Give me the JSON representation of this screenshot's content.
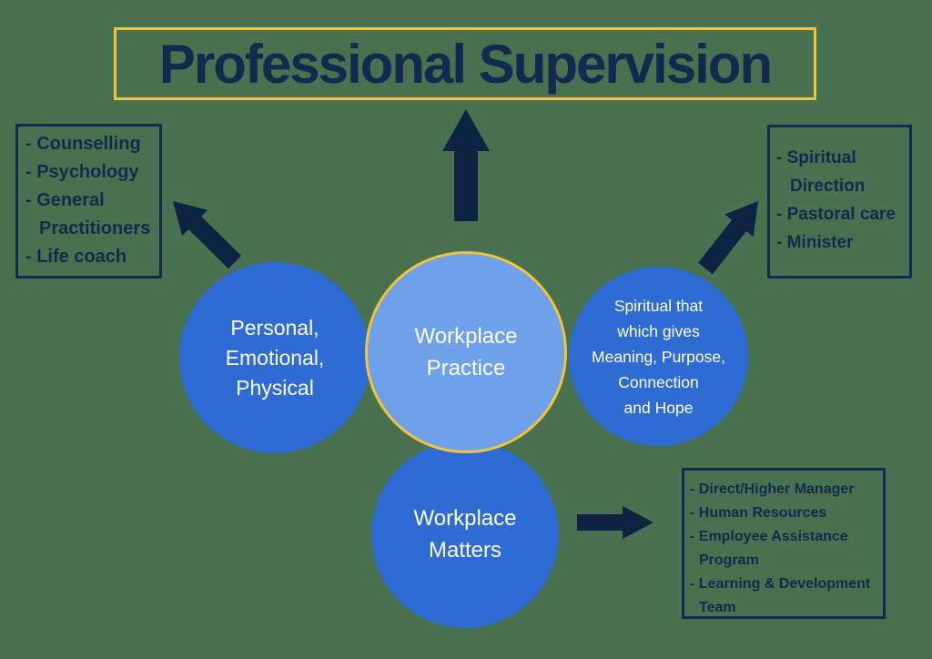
{
  "title": {
    "text": "Professional Supervision"
  },
  "circles": {
    "personal": {
      "label": "Personal,\nEmotional,\nPhysical"
    },
    "workplace_practice": {
      "label": "Workplace\nPractice"
    },
    "spiritual": {
      "label": "Spiritual that\nwhich gives\nMeaning, Purpose,\nConnection\nand Hope"
    },
    "workplace_matters": {
      "label": "Workplace\nMatters"
    }
  },
  "boxes": {
    "professional_supports": {
      "lines": [
        "- Counselling",
        "- Psychology",
        "- General",
        {
          "text": "Practitioners",
          "indent": true
        },
        "- Life coach"
      ]
    },
    "spiritual_supports": {
      "lines": [
        "- Spiritual",
        {
          "text": "Direction",
          "indent": true
        },
        "- Pastoral care",
        "- Minister"
      ]
    },
    "workplace_supports": {
      "lines": [
        "- Direct/Higher Manager",
        "- Human Resources",
        "- Employee Assistance",
        {
          "text": "Program",
          "indent": true
        },
        "- Learning & Development",
        {
          "text": "Team",
          "indent": true
        }
      ]
    }
  },
  "icons": {
    "arrows": [
      "up-arrow",
      "up-left-arrow",
      "up-right-arrow",
      "right-arrow"
    ]
  },
  "colors": {
    "background": "#47714F",
    "navy_text": "#13294D",
    "arrow_navy": "#0E2342",
    "circle_blue": "#2E6BD2",
    "center_circle_blue": "#6FA0EA",
    "gold": "#F2C33E",
    "circle_text": "#FFFFFF"
  }
}
